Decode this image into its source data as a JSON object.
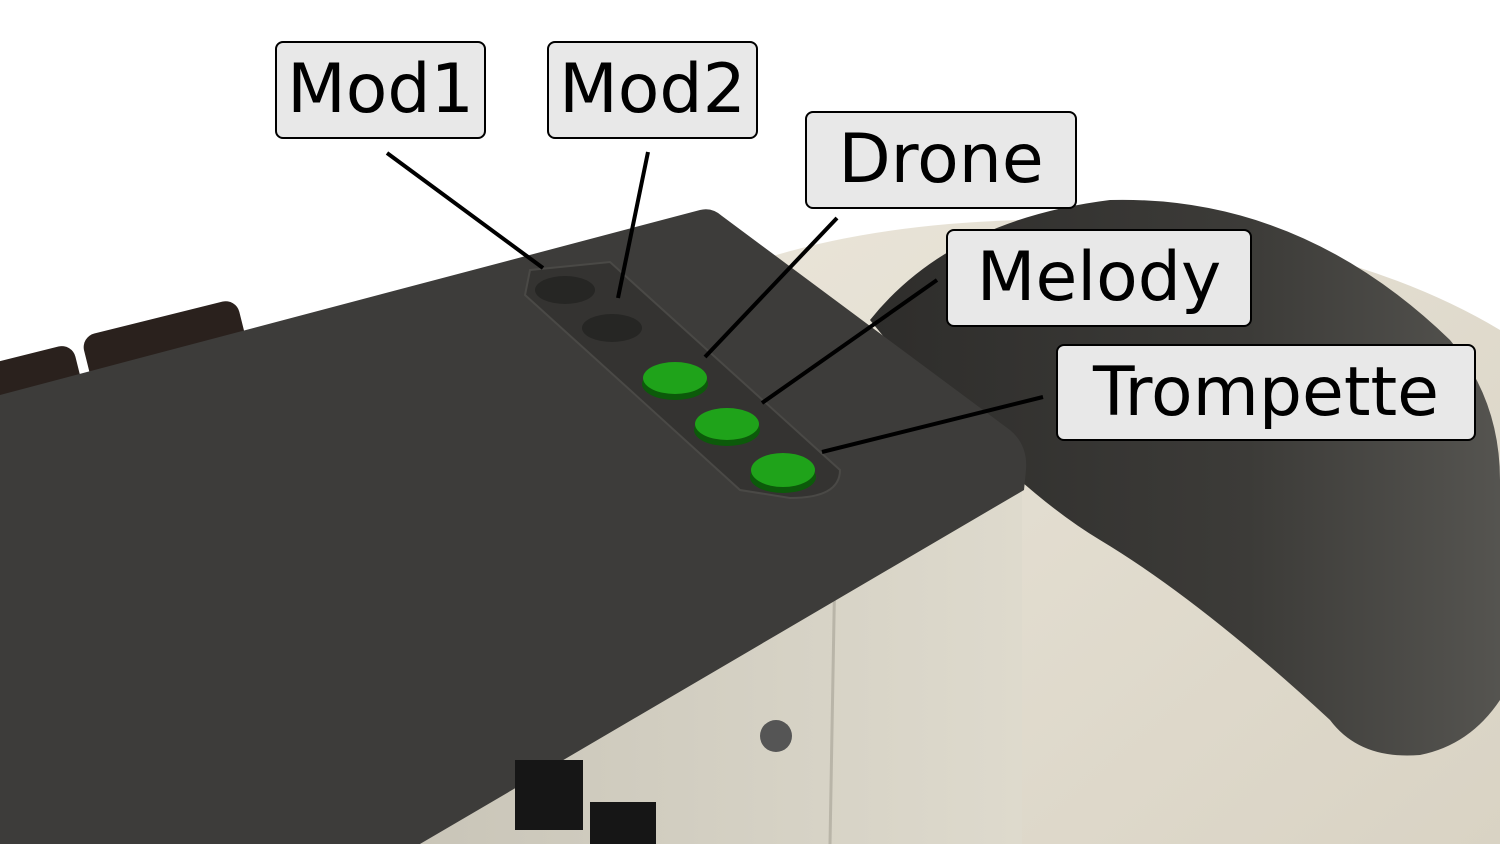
{
  "labels": {
    "mod1": "Mod1",
    "mod2": "Mod2",
    "drone": "Drone",
    "melody": "Melody",
    "trompette": "Trompette"
  },
  "colors": {
    "body": "#3d3c3a",
    "base": "#e2ddd0",
    "button_green": "#1fa31a",
    "button_dark": "#262624",
    "label_bg": "#e8e8e8"
  }
}
